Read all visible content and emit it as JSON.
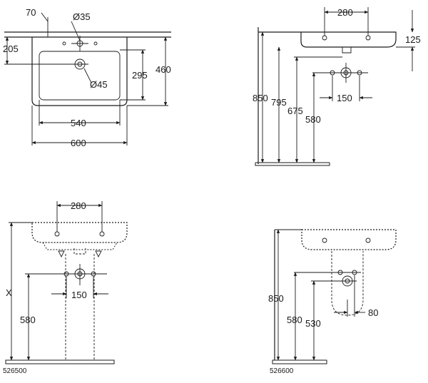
{
  "top_view": {
    "dim_70": "70",
    "dim_d35": "Ø35",
    "dim_205": "205",
    "dim_d45": "Ø45",
    "dim_295": "295",
    "dim_460": "460",
    "dim_540": "540",
    "dim_600": "600"
  },
  "side_view": {
    "dim_280": "280",
    "dim_125": "125",
    "dim_850": "850",
    "dim_795": "795",
    "dim_675": "675",
    "dim_580": "580",
    "dim_150": "150"
  },
  "pedestal_view": {
    "dim_280": "280",
    "dim_x": "X",
    "dim_580": "580",
    "dim_150": "150",
    "code": "526500"
  },
  "semi_pedestal_view": {
    "dim_850": "850",
    "dim_580": "580",
    "dim_530": "530",
    "dim_80": "80",
    "code": "526600"
  }
}
